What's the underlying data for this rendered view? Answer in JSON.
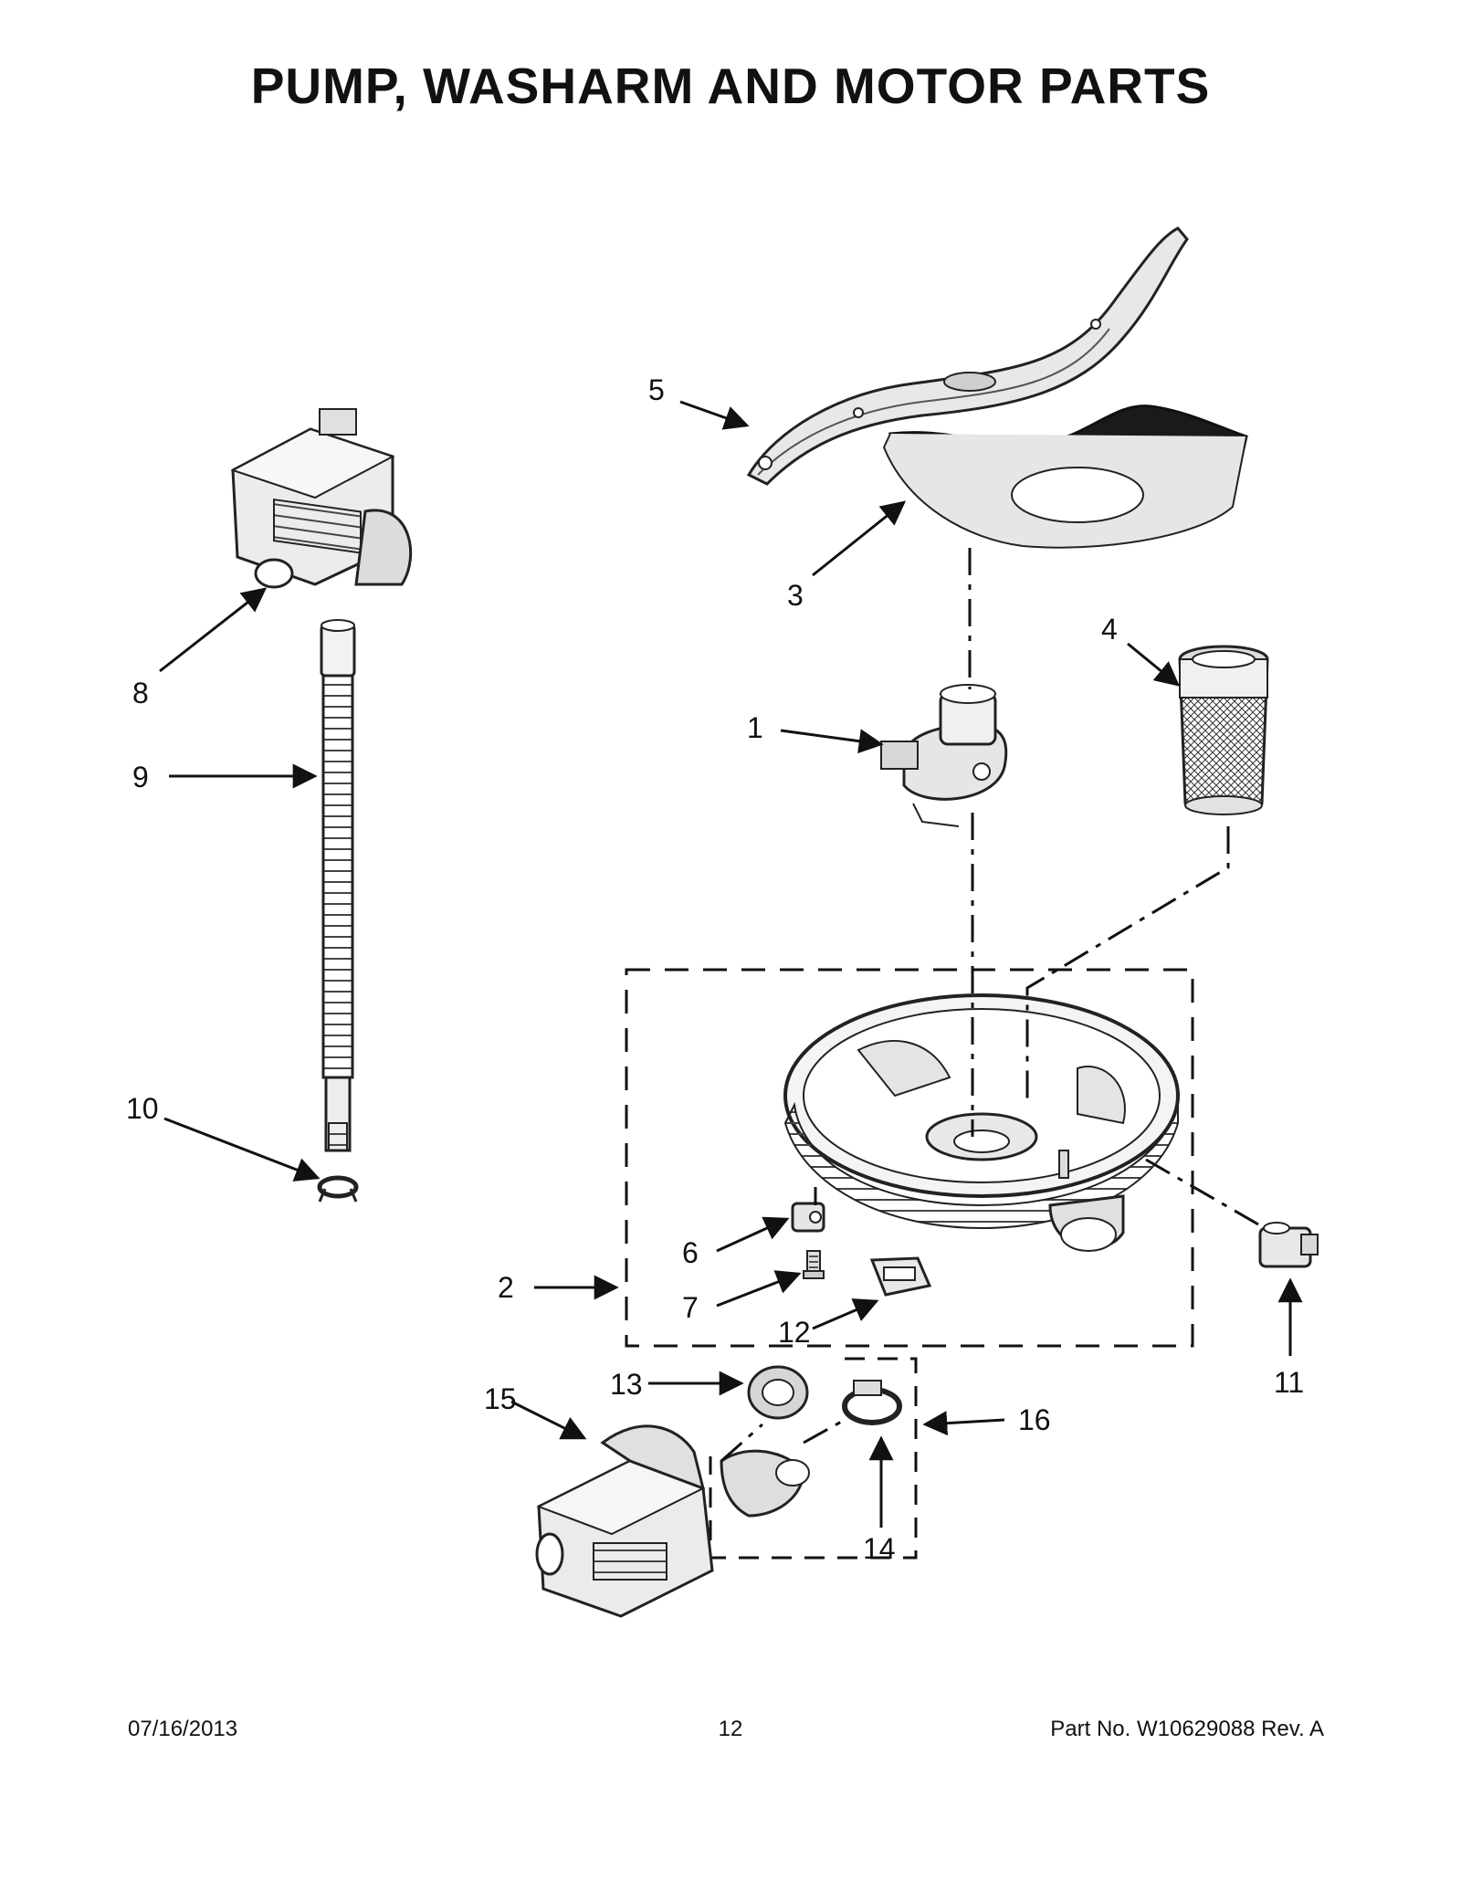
{
  "title": "PUMP, WASHARM AND MOTOR PARTS",
  "callouts": [
    "1",
    "2",
    "3",
    "4",
    "5",
    "6",
    "7",
    "8",
    "9",
    "10",
    "11",
    "12",
    "13",
    "14",
    "15",
    "16"
  ],
  "footer": {
    "date": "07/16/2013",
    "page": "12",
    "part_number": "Part No.  W10629088  Rev.  A"
  }
}
